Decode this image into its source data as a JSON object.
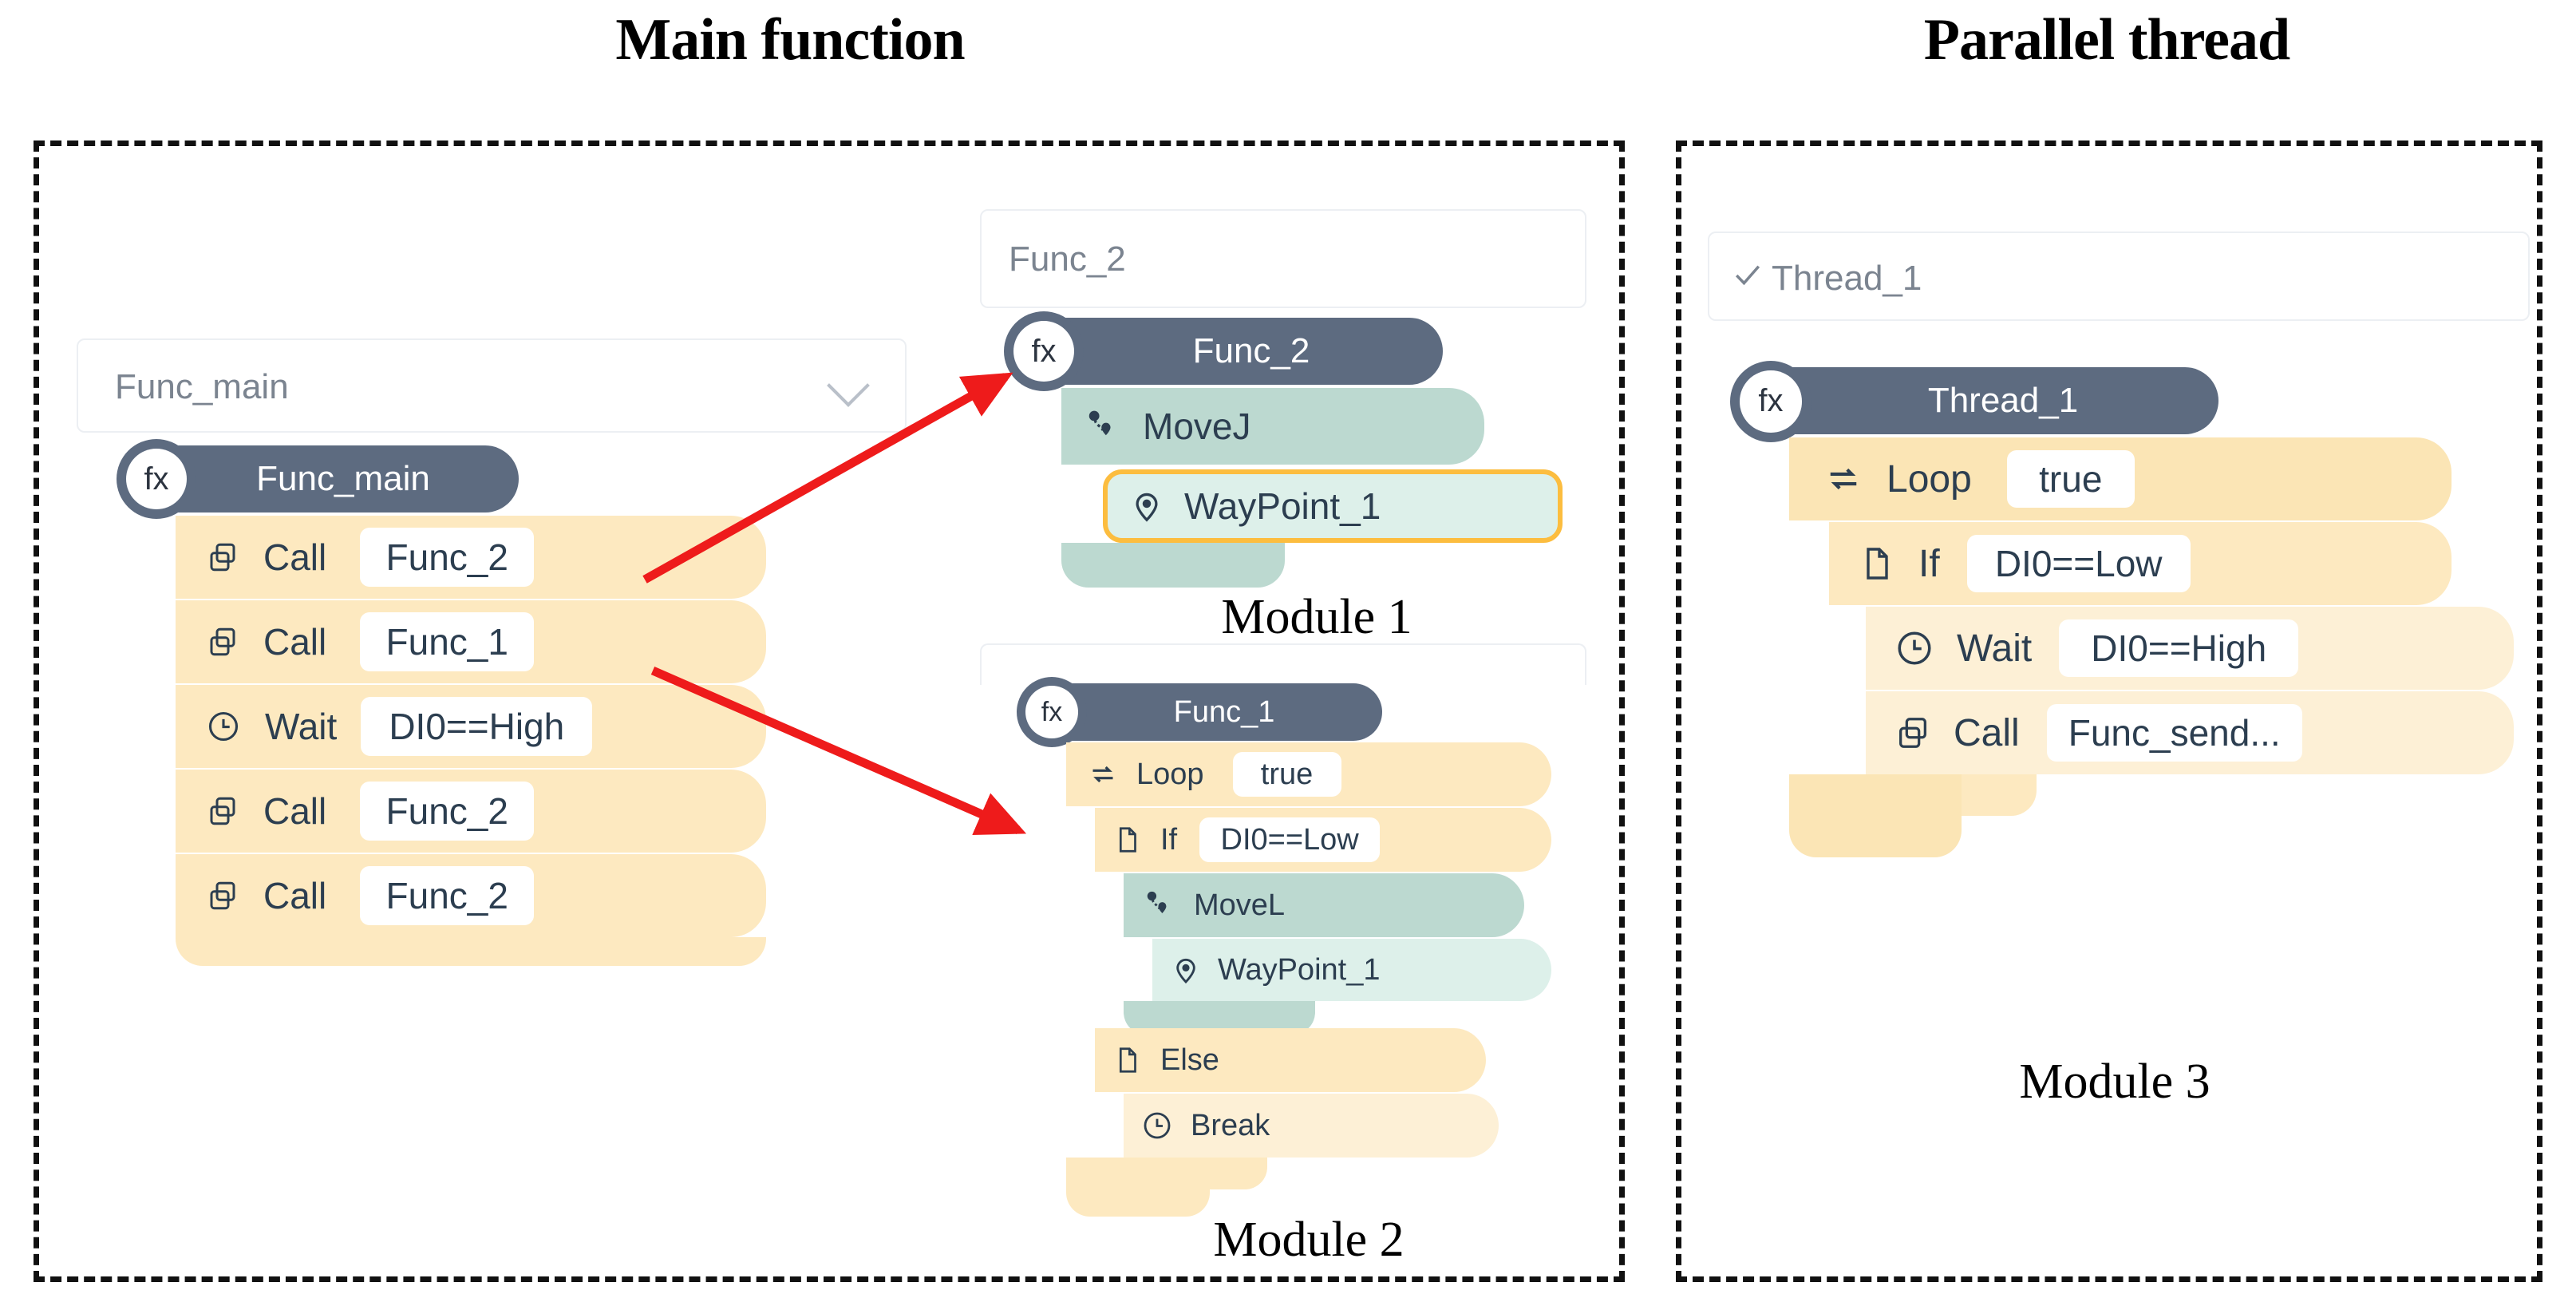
{
  "figure": {
    "headers": [
      {
        "text": "Main function"
      },
      {
        "text": "Parallel thread"
      }
    ],
    "module_captions": [
      {
        "text": "Module 1"
      },
      {
        "text": "Module 2"
      },
      {
        "text": "Module 3"
      }
    ]
  },
  "colors": {
    "header_bar": "#5d6b80",
    "amber_dark": "#fbe5b5",
    "amber_mid": "#fde9c0",
    "amber_light": "#fdf0d6",
    "teal_dark": "#bcd9d0",
    "teal_light": "#ddf0ea",
    "highlight_border": "#fcbd3f",
    "arrow": "#ee1b1b",
    "dash_border": "#111111",
    "text": "#2c3e50",
    "muted_text": "#7b8490"
  },
  "main_function": {
    "selector": {
      "value": "Func_main",
      "icon": "chevron-down-icon"
    },
    "program": {
      "fx_badge": "fx",
      "title": "Func_main",
      "rows": [
        {
          "icon": "call-icon",
          "label": "Call",
          "value": "Func_2"
        },
        {
          "icon": "call-icon",
          "label": "Call",
          "value": "Func_1"
        },
        {
          "icon": "clock-icon",
          "label": "Wait",
          "value": "DI0==High"
        },
        {
          "icon": "call-icon",
          "label": "Call",
          "value": "Func_2"
        },
        {
          "icon": "call-icon",
          "label": "Call",
          "value": "Func_2"
        }
      ]
    }
  },
  "module1": {
    "panel_label": "Func_2",
    "program": {
      "fx_badge": "fx",
      "title": "Func_2",
      "rows": [
        {
          "icon": "move-path-icon",
          "label": "MoveJ",
          "value": ""
        },
        {
          "icon": "waypoint-icon",
          "label": "WayPoint_1",
          "value": "",
          "selected": true
        }
      ]
    }
  },
  "module2": {
    "program": {
      "fx_badge": "fx",
      "title": "Func_1",
      "rows": [
        {
          "icon": "loop-icon",
          "label": "Loop",
          "value": "true"
        },
        {
          "icon": "file-icon",
          "label": "If",
          "value": "DI0==Low"
        },
        {
          "icon": "move-path-icon",
          "label": "MoveL",
          "value": ""
        },
        {
          "icon": "waypoint-icon",
          "label": "WayPoint_1",
          "value": ""
        },
        {
          "icon": "file-icon",
          "label": "Else",
          "value": ""
        },
        {
          "icon": "clock-icon",
          "label": "Break",
          "value": ""
        }
      ]
    }
  },
  "module3": {
    "panel_label": "Thread_1",
    "panel_icon": "check-icon",
    "program": {
      "fx_badge": "fx",
      "title": "Thread_1",
      "rows": [
        {
          "icon": "loop-icon",
          "label": "Loop",
          "value": "true"
        },
        {
          "icon": "file-icon",
          "label": "If",
          "value": "DI0==Low"
        },
        {
          "icon": "clock-icon",
          "label": "Wait",
          "value": "DI0==High"
        },
        {
          "icon": "call-icon",
          "label": "Call",
          "value": "Func_send..."
        }
      ]
    }
  },
  "arrows": [
    {
      "name": "arrow-call-func2-to-module1",
      "from": "main.rows.0",
      "to": "module1"
    },
    {
      "name": "arrow-call-func1-to-module2",
      "from": "main.rows.1",
      "to": "module2"
    }
  ]
}
